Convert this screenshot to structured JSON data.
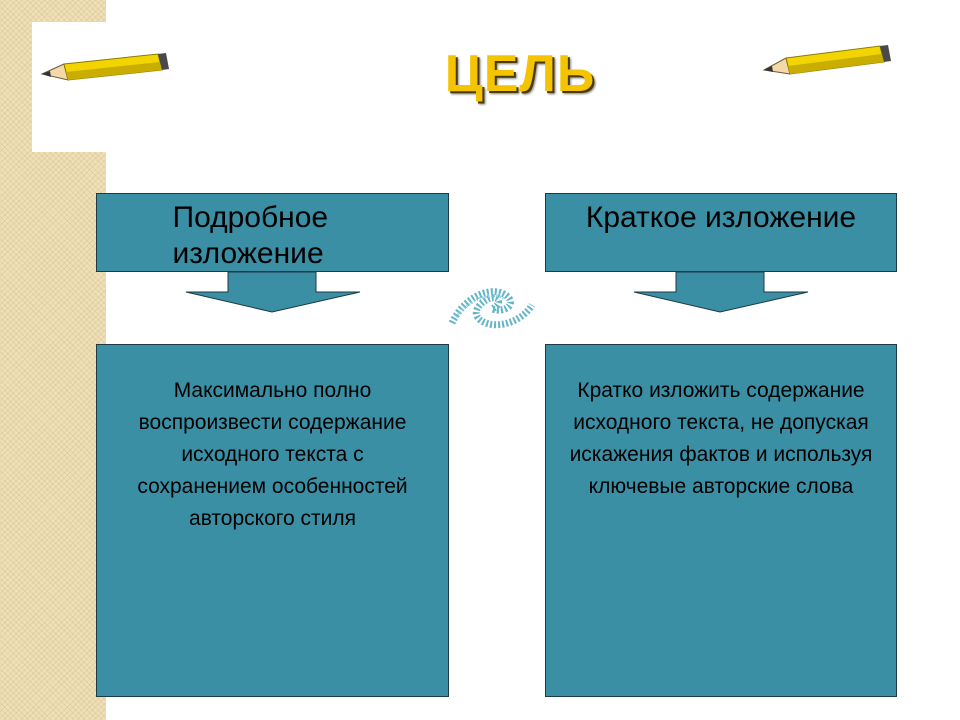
{
  "title": "ЦЕЛЬ",
  "left_column": {
    "heading": "Подробное изложение",
    "description": "Максимально полно воспроизвести содержание исходного текста с сохранением особенностей авторского стиля"
  },
  "right_column": {
    "heading": "Краткое изложение",
    "description": "Кратко изложить содержание исходного текста, не допуская искажения фактов и используя ключевые авторские слова"
  },
  "colors": {
    "box_fill": "#3a8fa5",
    "title": "#f5c400",
    "left_strip": "#efe0b8"
  },
  "icons": [
    "pencil-icon",
    "pencil-icon",
    "down-arrow-icon",
    "down-arrow-icon",
    "swirl-decoration-icon"
  ]
}
